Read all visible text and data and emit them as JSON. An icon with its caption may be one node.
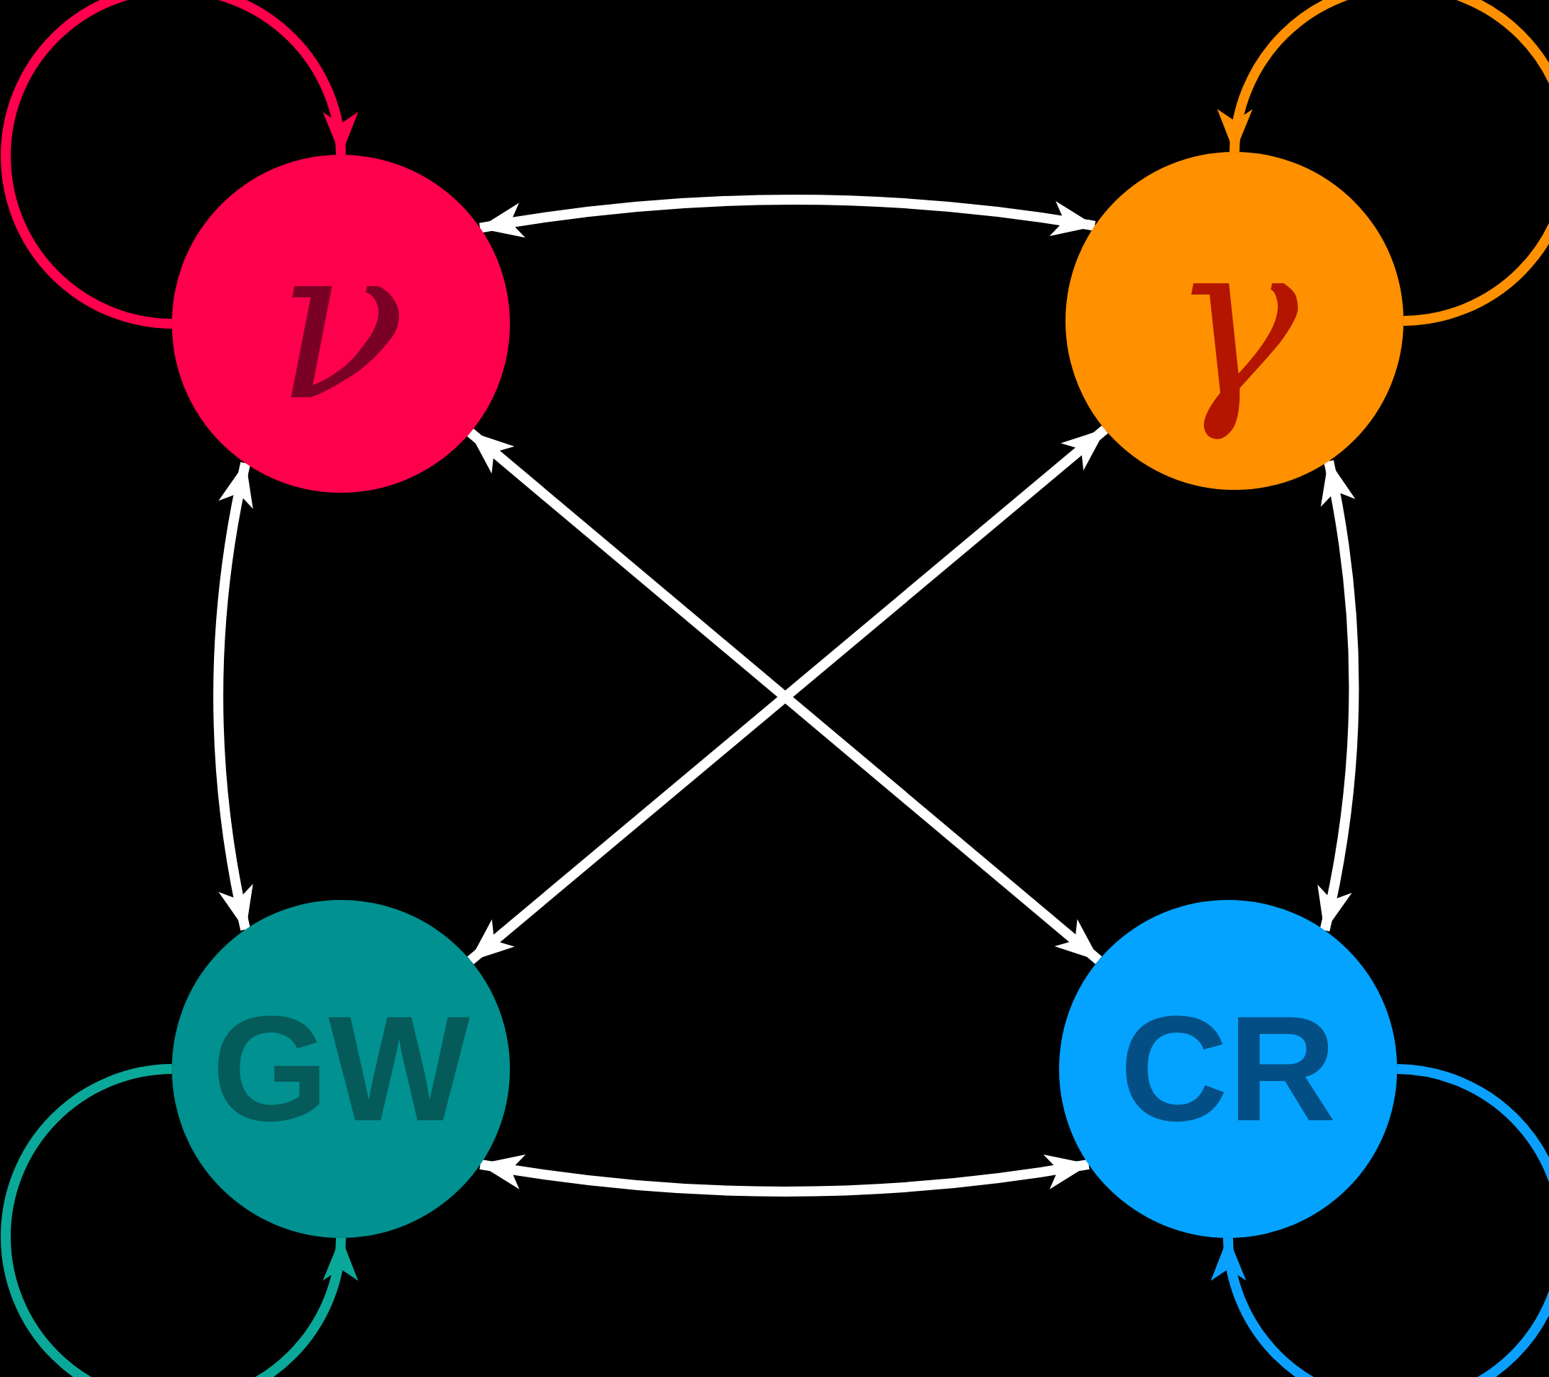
{
  "diagram": {
    "nodes": [
      {
        "text": [
          "ν"
        ]
      },
      {
        "text": [
          "γ"
        ]
      },
      {
        "text": [
          "GW"
        ]
      },
      {
        "text": [
          "CR"
        ]
      }
    ],
    "edges": [
      {
        "from": 0,
        "to": 0,
        "arrow": "to",
        "color": "#ff004d"
      },
      {
        "from": 1,
        "to": 1,
        "arrow": "to",
        "color": "#ff9000"
      },
      {
        "from": 2,
        "to": 2,
        "arrow": "to",
        "color": "#0aa898"
      },
      {
        "from": 3,
        "to": 3,
        "arrow": "to",
        "color": "#0aa0ff"
      },
      {
        "from": 0,
        "to": 1,
        "arrow": "both"
      },
      {
        "from": 0,
        "to": 2,
        "arrow": "both"
      },
      {
        "from": 0,
        "to": 3,
        "arrow": "both"
      },
      {
        "from": 1,
        "to": 2,
        "arrow": "both"
      },
      {
        "from": 1,
        "to": 3,
        "arrow": "both"
      },
      {
        "from": 2,
        "to": 3,
        "arrow": "both"
      }
    ]
  }
}
